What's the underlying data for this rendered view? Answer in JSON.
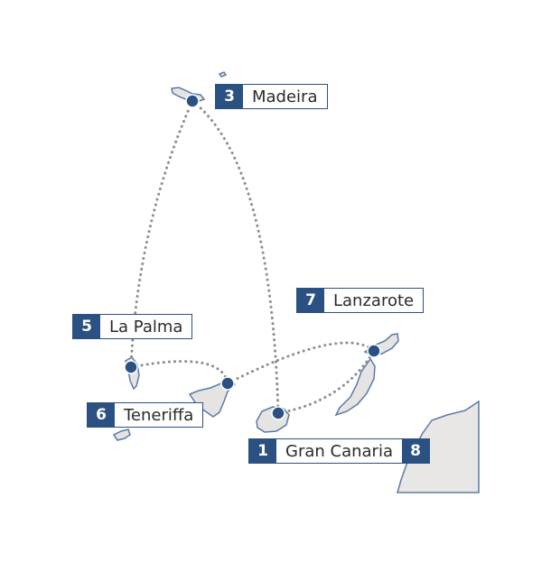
{
  "colors": {
    "accent": "#2b5183",
    "island_fill": "#e6e4e3",
    "island_stroke": "#5a7aa8",
    "route": "#8c8c8c",
    "mainland_fill": "#e9e7e5"
  },
  "ports": [
    {
      "id": "madeira",
      "number": "3",
      "name": "Madeira"
    },
    {
      "id": "lanzarote",
      "number": "7",
      "name": "Lanzarote"
    },
    {
      "id": "la-palma",
      "number": "5",
      "name": "La Palma"
    },
    {
      "id": "teneriffa",
      "number": "6",
      "name": "Teneriffa"
    },
    {
      "id": "gran-canaria",
      "number": "1",
      "name": "Gran Canaria",
      "number_end": "8"
    }
  ]
}
